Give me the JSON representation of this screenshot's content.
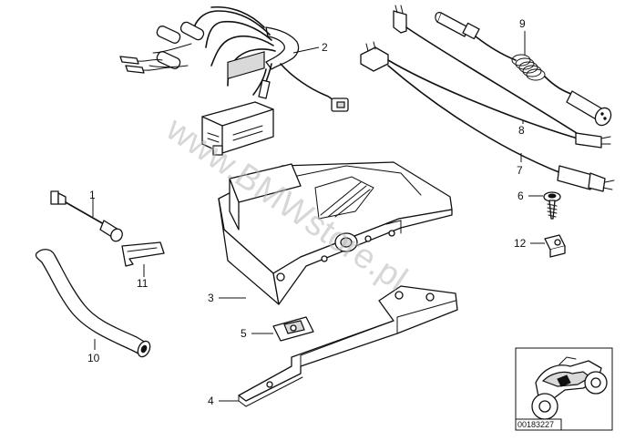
{
  "diagram": {
    "watermark": "www.BMWstore.pl",
    "image_number": "00183227",
    "callouts": [
      "1",
      "2",
      "3",
      "4",
      "5",
      "6",
      "7",
      "8",
      "9",
      "10",
      "11",
      "12"
    ]
  },
  "icons": {
    "wiring_harness": "wiring-harness-icon",
    "holder": "holder-icon",
    "bracket": "bracket-icon",
    "motorcycle_thumbnail": "motorcycle-icon"
  }
}
